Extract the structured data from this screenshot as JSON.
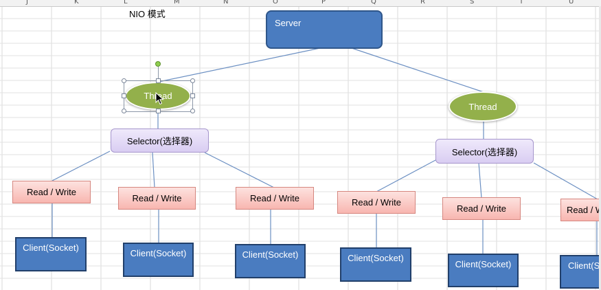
{
  "caption": "NIO 模式",
  "column_headers": [
    "J",
    "K",
    "L",
    "M",
    "N",
    "O",
    "P",
    "Q",
    "R",
    "S",
    "T",
    "U"
  ],
  "nodes": {
    "server": "Server",
    "thread_1": "Thread",
    "thread_2": "Thread",
    "selector_1": "Selector(选择器)",
    "selector_2": "Selector(选择器)",
    "rw_1": "Read / Write",
    "rw_2": "Read / Write",
    "rw_3": "Read / Write",
    "rw_4": "Read / Write",
    "rw_5": "Read / Write",
    "rw_6": "Read / Write",
    "client_1": "Client(Socket)",
    "client_2": "Client(Socket)",
    "client_3": "Client(Socket)",
    "client_4": "Client(Socket)",
    "client_5": "Client(Socket)",
    "client_6": "Client(Socket)"
  },
  "colors": {
    "server_fill": "#4a7cc0",
    "thread_fill": "#93b04b",
    "selector_fill": "#e3dbf6",
    "readwrite_fill": "#f9c4bf",
    "client_fill": "#4a7cc0",
    "connector": "#6b8fc2"
  }
}
